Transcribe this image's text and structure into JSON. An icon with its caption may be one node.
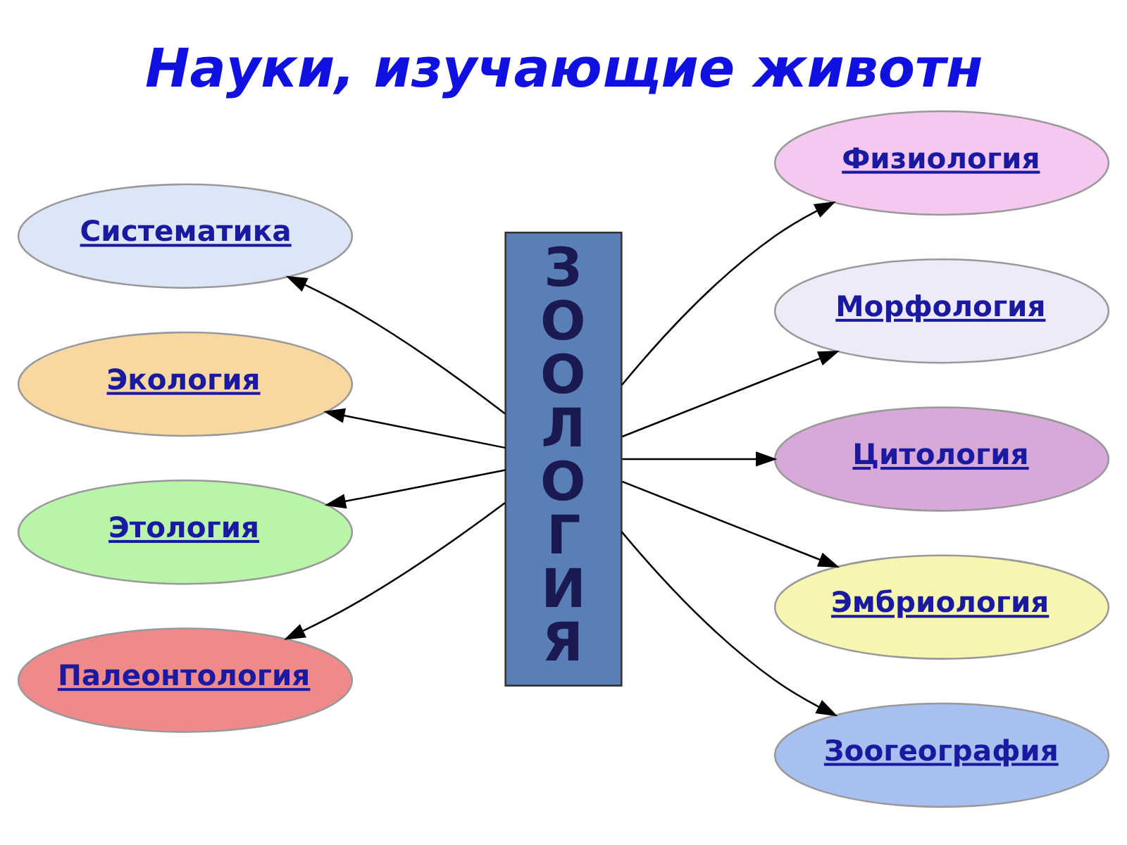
{
  "diagram": {
    "title": "Науки, изучающие животн",
    "nodes": [
      {
        "text": [
          "Систематика"
        ]
      },
      {
        "text": [
          "Экология"
        ]
      },
      {
        "text": [
          "Этология"
        ]
      },
      {
        "text": [
          "Палеонтология"
        ]
      },
      {
        "text": [
          "ЗООЛОГИЯ"
        ]
      },
      {
        "text": [
          "Физиология"
        ]
      },
      {
        "text": [
          "Морфология"
        ]
      },
      {
        "text": [
          "Цитология"
        ]
      },
      {
        "text": [
          "Эмбриология"
        ]
      },
      {
        "text": [
          "Зоогеография"
        ]
      }
    ],
    "edges": [
      {
        "from": 4,
        "to": 0,
        "arrow": "to"
      },
      {
        "from": 4,
        "to": 1,
        "arrow": "to"
      },
      {
        "from": 4,
        "to": 2,
        "arrow": "to"
      },
      {
        "from": 4,
        "to": 3,
        "arrow": "to"
      },
      {
        "from": 4,
        "to": 5,
        "arrow": "to"
      },
      {
        "from": 4,
        "to": 6,
        "arrow": "to"
      },
      {
        "from": 4,
        "to": 7,
        "arrow": "to"
      },
      {
        "from": 4,
        "to": 8,
        "arrow": "to"
      },
      {
        "from": 4,
        "to": 9,
        "arrow": "to"
      }
    ]
  }
}
